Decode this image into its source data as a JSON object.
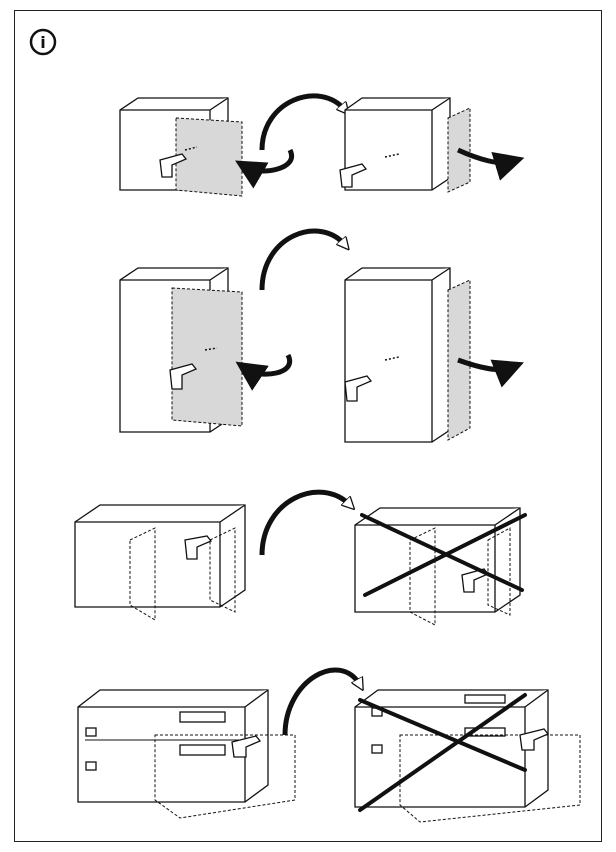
{
  "page": {
    "info_icon": {
      "glyph": "i",
      "name": "info-icon"
    },
    "steps": [
      {
        "name": "small-cabinet-door-swap",
        "result": "allowed"
      },
      {
        "name": "tall-cabinet-door-swap",
        "result": "allowed"
      },
      {
        "name": "wide-cabinet-two-doors",
        "result": "not-allowed"
      },
      {
        "name": "drawer-cabinet-rails",
        "result": "not-allowed"
      }
    ],
    "colors": {
      "line": "#111111",
      "door_fill": "#d8d8d8",
      "background": "#ffffff"
    }
  }
}
